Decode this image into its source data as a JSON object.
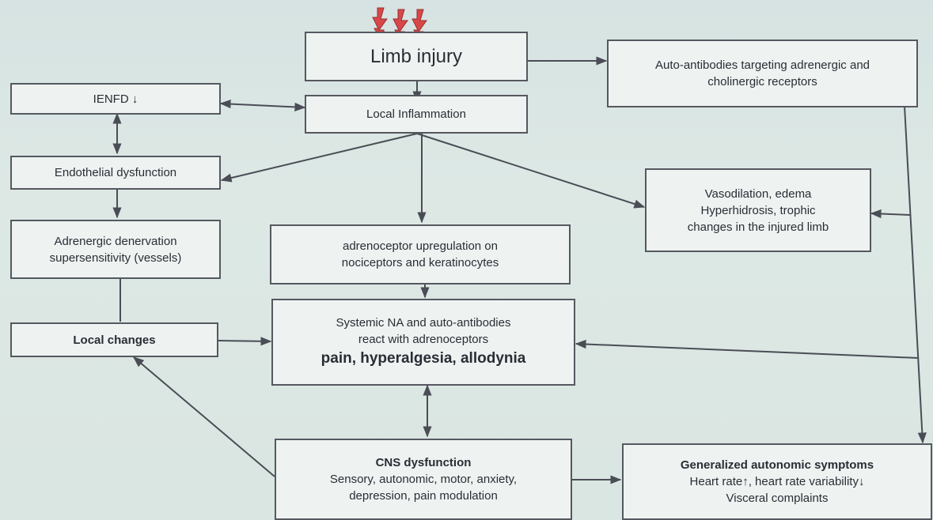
{
  "diagram": {
    "limb_injury": "Limb injury",
    "auto_antibodies": [
      "Auto-antibodies targeting adrenergic and",
      "cholinergic receptors"
    ],
    "ienfd": "IENFD ↓",
    "local_inflammation": "Local Inflammation",
    "endothelial": "Endothelial dysfunction",
    "vasodilation": [
      "Vasodilation, edema",
      "Hyperhidrosis, trophic",
      "changes in the injured limb"
    ],
    "adrenergic_denervation": [
      "Adrenergic denervation",
      "supersensitivity (vessels)"
    ],
    "adrenoceptor_upregulation": [
      "adrenoceptor upregulation on",
      "nociceptors and keratinocytes"
    ],
    "local_changes": "Local changes",
    "systemic": [
      "Systemic NA and auto-antibodies",
      "react with adrenoceptors"
    ],
    "pain": "pain, hyperalgesia, allodynia",
    "cns_title": "CNS dysfunction",
    "cns_lines": [
      "Sensory, autonomic, motor, anxiety,",
      "depression, pain modulation"
    ],
    "generalized_title": "Generalized autonomic symptoms",
    "generalized_lines": [
      "Heart rate↑, heart rate variability↓",
      "Visceral complaints"
    ]
  },
  "colors": {
    "box_border": "#55585f",
    "arrow": "#4a4d55",
    "bolt": "#d84848",
    "bolt_edge": "#9a2f2f"
  }
}
